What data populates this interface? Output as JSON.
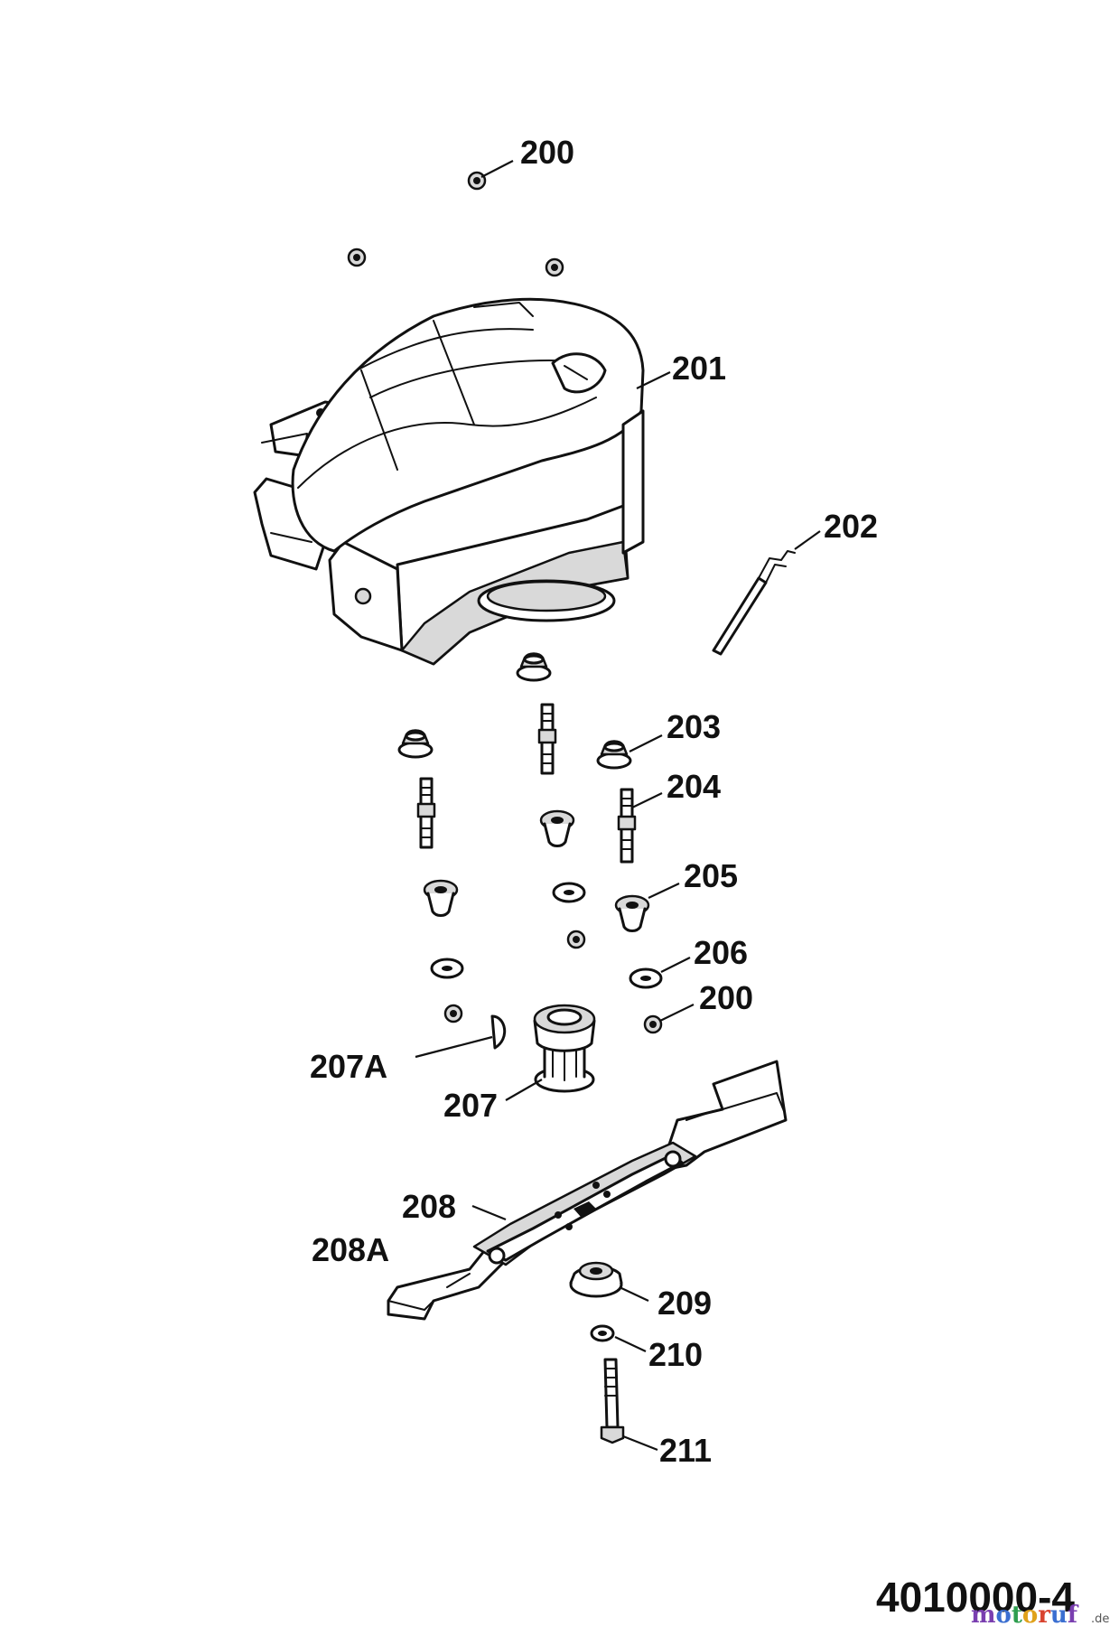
{
  "labels": {
    "p200_top": "200",
    "p201": "201",
    "p202": "202",
    "p203": "203",
    "p204": "204",
    "p205": "205",
    "p206": "206",
    "p200_mid": "200",
    "p207A": "207A",
    "p207": "207",
    "p208": "208",
    "p208A": "208A",
    "p209": "209",
    "p210": "210",
    "p211": "211"
  },
  "document_number": "4010000-4",
  "watermark": {
    "brand": "motoruf",
    "domain": ".de"
  },
  "colors": {
    "ink": "#111111",
    "background": "#ffffff",
    "fill_light": "#d9d9d9"
  }
}
